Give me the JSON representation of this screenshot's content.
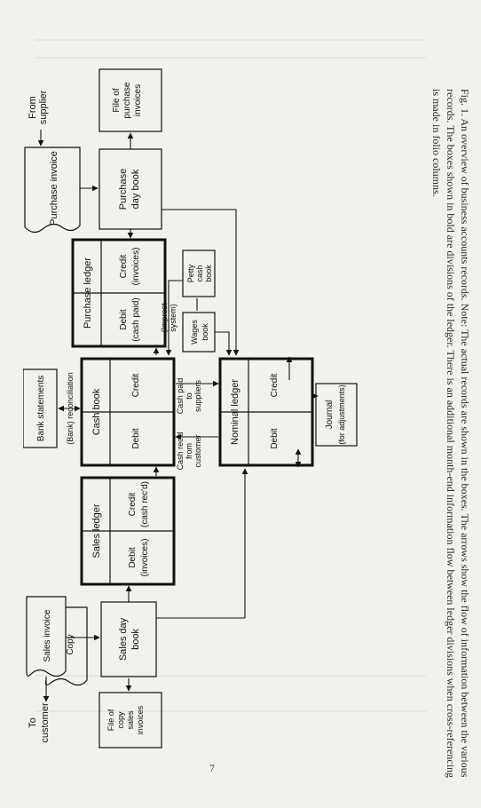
{
  "caption": "Fig. 1. An overview of business accounts records. Note: The actual records are shown in the boxes. The arrows show the flow of information between the various records. The boxes shown in bold are divisions of the ledger. There is an additional month-end information flow between ledger divisions when cross-referencing is made in folio columns.",
  "page_number": "7",
  "diagram": {
    "from_supplier": [
      "From",
      "supplier"
    ],
    "purchase_invoice": "Purchase invoice",
    "file_purchase_invoices": [
      "File of",
      "purchase",
      "invoices"
    ],
    "purchase_day_book": [
      "Purchase",
      "day book"
    ],
    "purchase_ledger": {
      "title": "Purchase ledger",
      "debit": [
        "Debit",
        "(cash paid)"
      ],
      "credit": [
        "Credit",
        "(invoices)"
      ]
    },
    "petty_cash_book": [
      "Petty",
      "cash",
      "book"
    ],
    "imprest_system": [
      "(Imprest",
      "system)"
    ],
    "wages_book": [
      "Wages",
      "book"
    ],
    "cash_book": {
      "title": "Cash book",
      "debit": "Debit",
      "credit": "Credit"
    },
    "bank_statements": "Bank statements",
    "bank_reconciliation": "(Bank) reconciliation",
    "cash_paid_to_suppliers": [
      "Cash paid",
      "to",
      "suppliers"
    ],
    "cash_recd_from_customer": [
      "Cash rec'd",
      "from",
      "customer"
    ],
    "nominal_ledger": {
      "title": "Nominal ledger",
      "debit": "Debit",
      "credit": "Credit"
    },
    "journal": [
      "Journal",
      "(for adjustments)"
    ],
    "sales_ledger": {
      "title": "Sales ledger",
      "debit": [
        "Debit",
        "(invoices)"
      ],
      "credit": [
        "Credit",
        "(cash rec'd)"
      ]
    },
    "sales_invoice": "Sales invoice",
    "copy": "Copy",
    "sales_day_book": [
      "Sales day",
      "book"
    ],
    "to_customer": [
      "To",
      "customer"
    ],
    "file_copy_sales_invoices": [
      "File of",
      "copy",
      "sales",
      "invoices"
    ]
  }
}
